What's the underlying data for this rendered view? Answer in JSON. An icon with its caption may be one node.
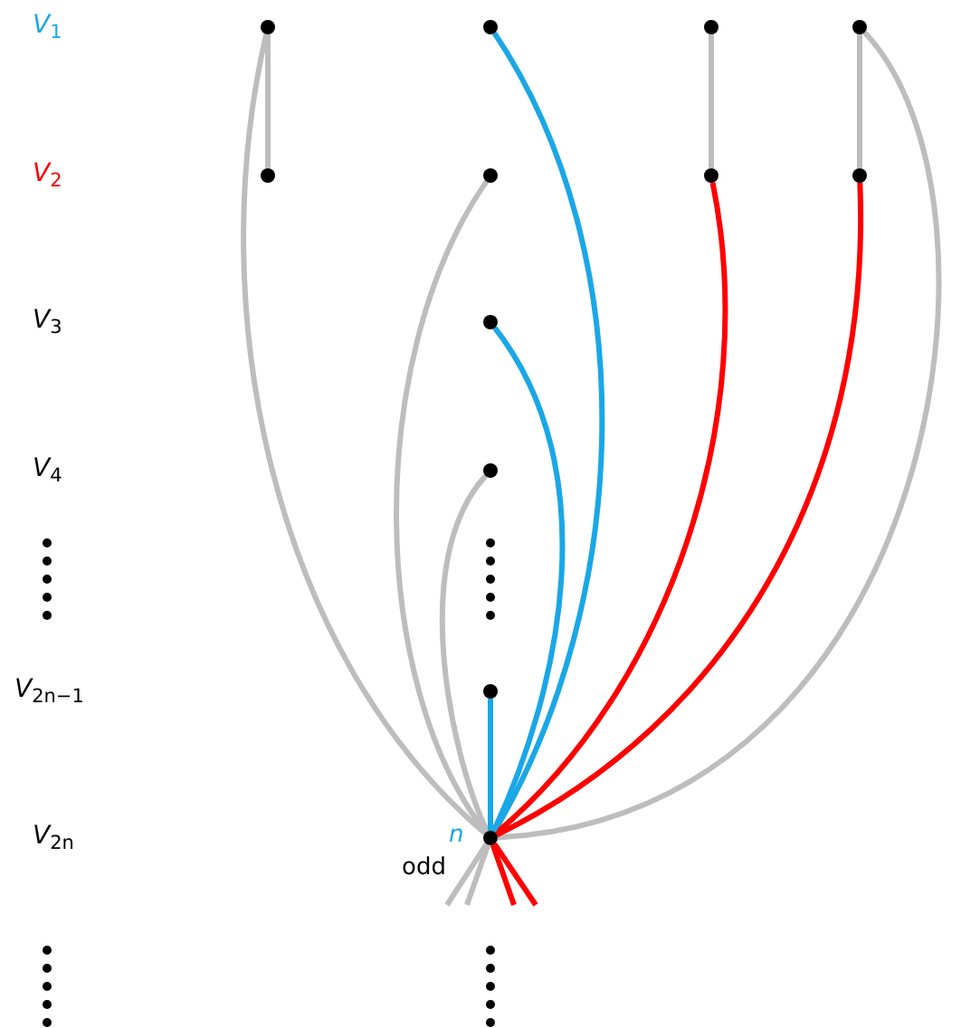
{
  "diagram": {
    "nodes": [
      {
        "text": [],
        "shape": "circle"
      },
      {
        "text": [],
        "shape": "circle"
      },
      {
        "text": [],
        "shape": "circle"
      },
      {
        "text": [],
        "shape": "circle"
      },
      {
        "text": [],
        "shape": "circle"
      },
      {
        "text": [],
        "shape": "circle"
      },
      {
        "text": [],
        "shape": "circle"
      },
      {
        "text": [],
        "shape": "circle"
      },
      {
        "text": [],
        "shape": "circle"
      },
      {
        "text": [],
        "shape": "circle"
      },
      {
        "text": [],
        "shape": "circle"
      },
      {
        "text": [],
        "shape": "circle",
        "beside": [
          "*n*",
          "odd"
        ]
      }
    ],
    "edges": [
      {
        "from": 0,
        "to": 4,
        "arrow": "none"
      },
      {
        "from": 0,
        "to": 11,
        "arrow": "none"
      },
      {
        "from": 1,
        "to": 11,
        "arrow": "none",
        "color": "#1aa7e6"
      },
      {
        "from": 2,
        "to": 6,
        "arrow": "none"
      },
      {
        "from": 3,
        "to": 7,
        "arrow": "none"
      },
      {
        "from": 3,
        "to": 11,
        "arrow": "none"
      },
      {
        "from": 5,
        "to": 11,
        "arrow": "none"
      },
      {
        "from": 6,
        "to": 11,
        "arrow": "none",
        "color": "#ff0000"
      },
      {
        "from": 7,
        "to": 11,
        "arrow": "none",
        "color": "#ff0000"
      },
      {
        "from": 8,
        "to": 11,
        "arrow": "none",
        "color": "#1aa7e6"
      },
      {
        "from": 9,
        "to": 11,
        "arrow": "none"
      },
      {
        "from": 10,
        "to": 11,
        "arrow": "none",
        "color": "#1aa7e6"
      },
      {
        "from": 11,
        "to": null,
        "arrow": "none"
      },
      {
        "from": 11,
        "to": null,
        "arrow": "none"
      },
      {
        "from": 11,
        "to": null,
        "arrow": "none",
        "color": "#ff0000"
      },
      {
        "from": 11,
        "to": null,
        "arrow": "none",
        "color": "#ff0000"
      }
    ],
    "labels": [
      "*V*$_{1}$",
      "*V*$_{2}$",
      "*V*$_{3}$",
      "*V*$_{4}$",
      "*V*$_{2n−1}$",
      "*V*$_{2n}$"
    ]
  }
}
